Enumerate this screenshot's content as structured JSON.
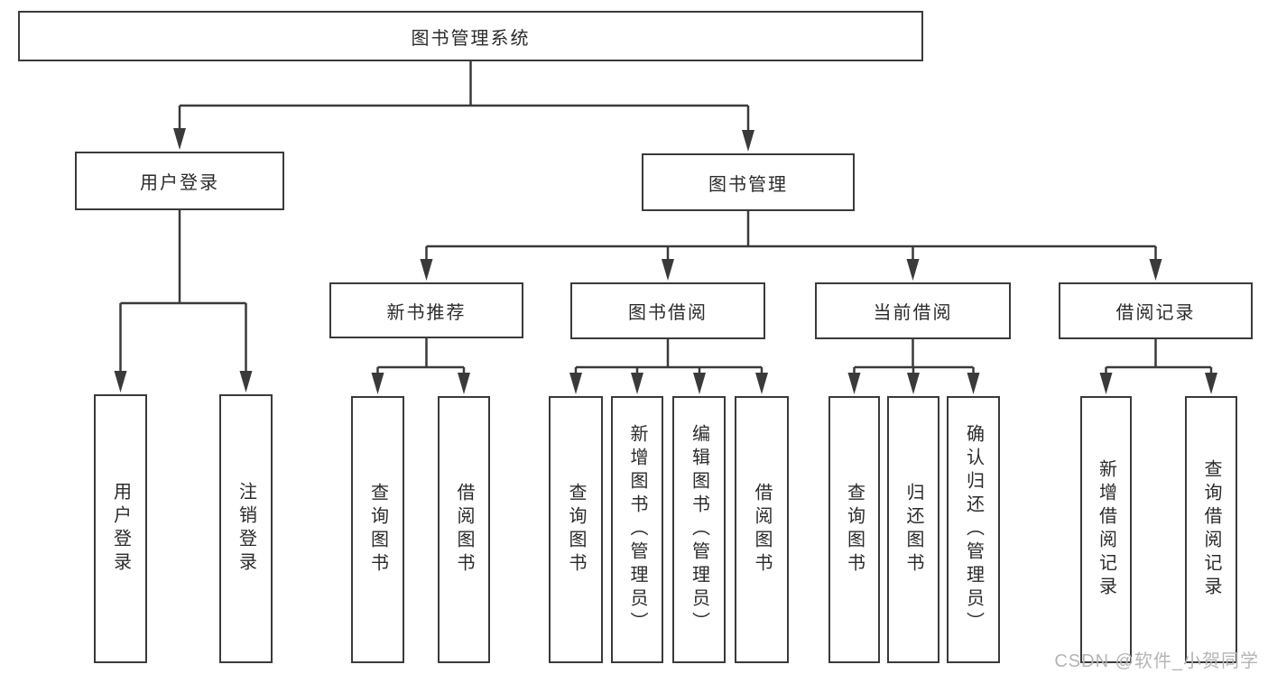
{
  "watermark": {
    "text": "CSDN @软件_小贺同学"
  },
  "colors": {
    "line": "#3a3a3a",
    "text": "#2b2b2b",
    "watermark": "#b5b5b5",
    "background": "#ffffff"
  },
  "tree": {
    "label": "图书管理系统",
    "children": [
      {
        "label": "用户登录",
        "children": [
          {
            "label": "用户登录"
          },
          {
            "label": "注销登录"
          }
        ]
      },
      {
        "label": "图书管理",
        "children": [
          {
            "label": "新书推荐",
            "children": [
              {
                "label": "查询图书"
              },
              {
                "label": "借阅图书"
              }
            ]
          },
          {
            "label": "图书借阅",
            "children": [
              {
                "label": "查询图书"
              },
              {
                "label": "新增图书（管理员）"
              },
              {
                "label": "编辑图书（管理员）"
              },
              {
                "label": "借阅图书"
              }
            ]
          },
          {
            "label": "当前借阅",
            "children": [
              {
                "label": "查询图书"
              },
              {
                "label": "归还图书"
              },
              {
                "label": "确认归还（管理员）"
              }
            ]
          },
          {
            "label": "借阅记录",
            "children": [
              {
                "label": "新增借阅记录"
              },
              {
                "label": "查询借阅记录"
              }
            ]
          }
        ]
      }
    ]
  }
}
